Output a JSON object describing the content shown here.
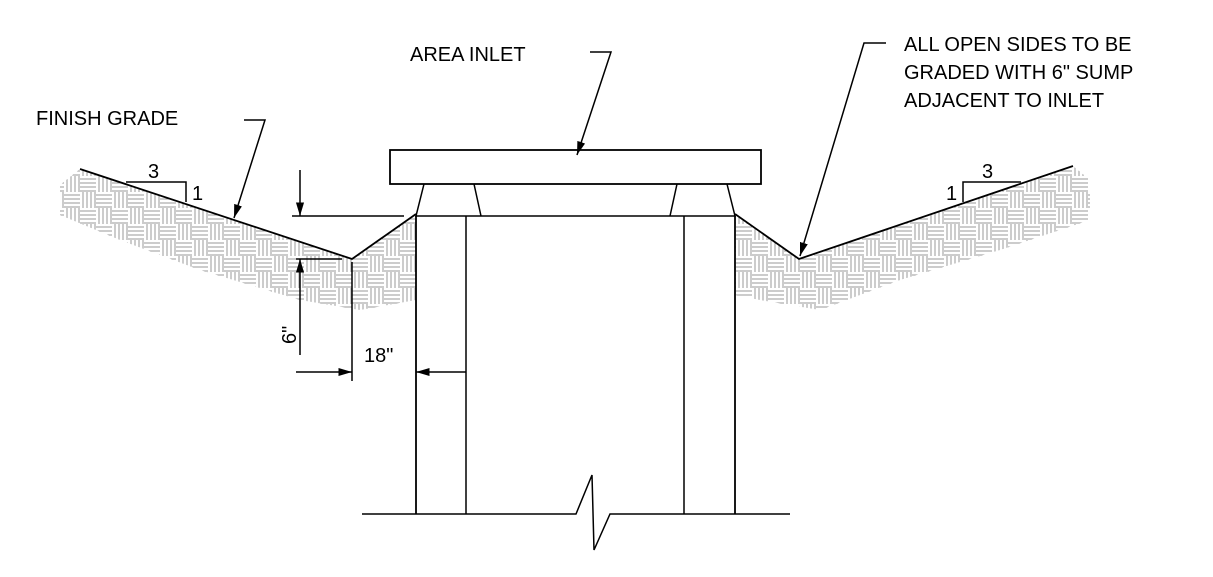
{
  "labels": {
    "area_inlet": "AREA INLET",
    "finish_grade": "FINISH GRADE",
    "note_line1": "ALL OPEN SIDES TO BE",
    "note_line2": "GRADED WITH 6\" SUMP",
    "note_line3": "ADJACENT TO INLET"
  },
  "slope_left": {
    "run": "3",
    "rise": "1"
  },
  "slope_right": {
    "run": "3",
    "rise": "1"
  },
  "dimensions": {
    "sump_depth": "6\"",
    "sump_offset": "18\""
  },
  "colors": {
    "line": "#000000",
    "hatch": "#9a9a9a",
    "background": "#ffffff"
  }
}
